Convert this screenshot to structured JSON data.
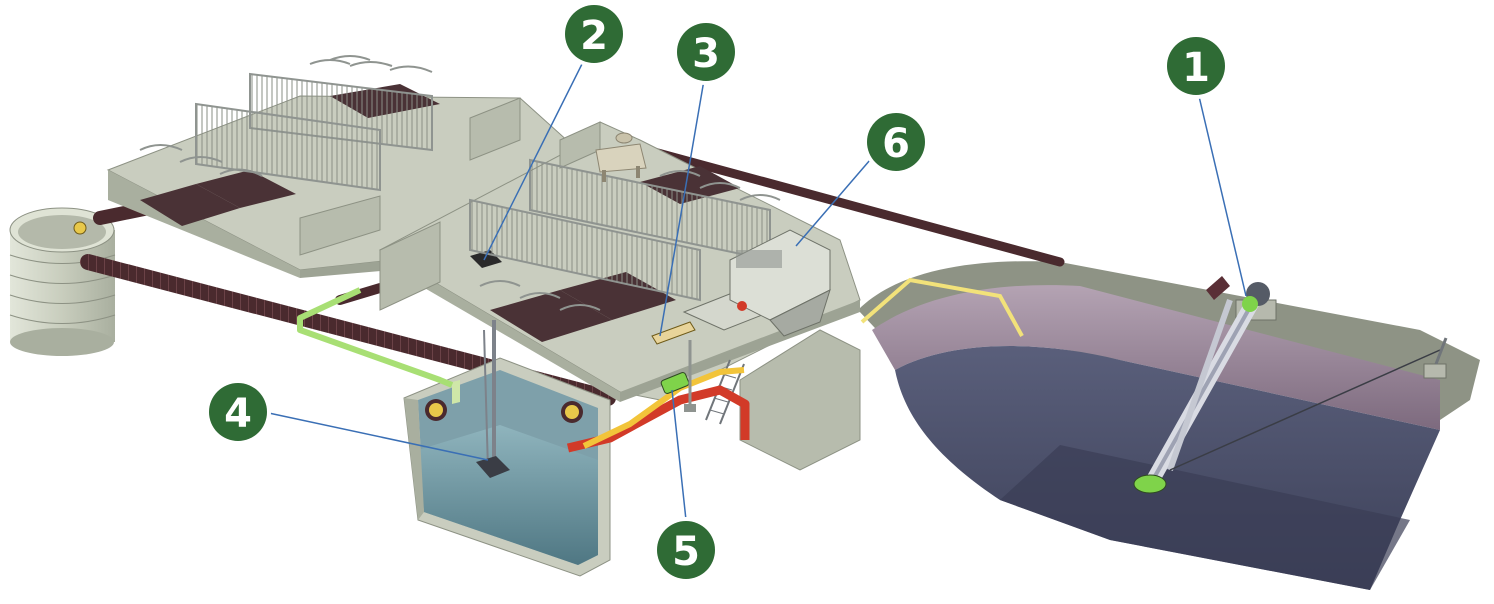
{
  "colors": {
    "badge_fill": "#2f6b35",
    "badge_ring": "#ffffff",
    "leader_line": "#3a6fb5",
    "concrete": "#c9cdbf",
    "concrete_dark": "#9da394",
    "lagoon_wall": "#8f7a8e",
    "lagoon_water": "#4b506b",
    "pit_water": "#5d8592",
    "pipe_dark": "#4a2a2e",
    "pipe_red": "#d23a28",
    "pipe_yellow": "#f2c43a",
    "pipe_green": "#8ed46a",
    "pump_green": "#7fd34a",
    "stall_floor": "#4a3236"
  },
  "callouts": [
    {
      "id": "1",
      "label": "1",
      "points_to": "lagoon-agitator-pump"
    },
    {
      "id": "2",
      "label": "2",
      "points_to": "barn-floor-drain"
    },
    {
      "id": "3",
      "label": "3",
      "points_to": "barn-alley-grate"
    },
    {
      "id": "4",
      "label": "4",
      "points_to": "reception-pit-mixer"
    },
    {
      "id": "5",
      "label": "5",
      "points_to": "transfer-pump"
    },
    {
      "id": "6",
      "label": "6",
      "points_to": "separator-unit"
    }
  ]
}
